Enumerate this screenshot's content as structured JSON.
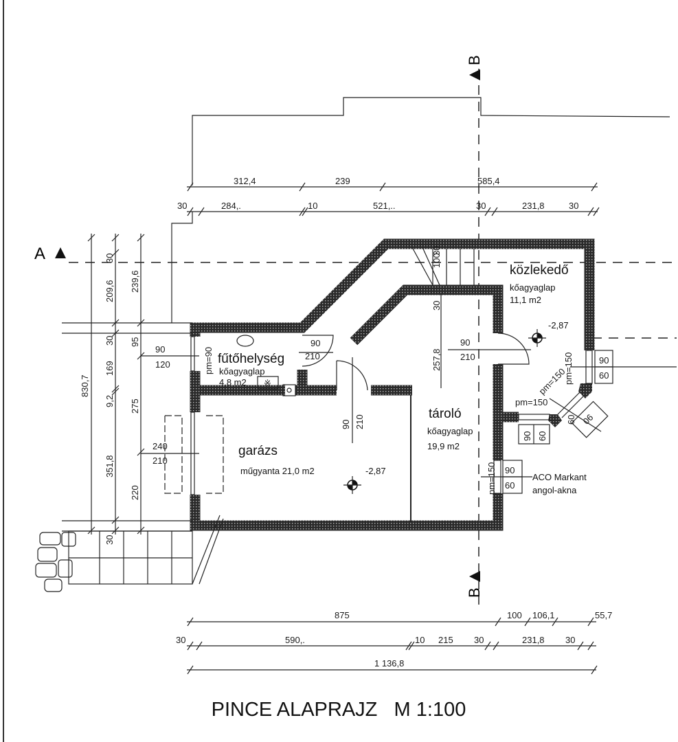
{
  "title": "PINCE ALAPRAJZ   M 1:100",
  "section_markers": {
    "a": "A",
    "b_top": "B",
    "b_bottom": "B"
  },
  "rooms": [
    {
      "name": "fűtőhelység",
      "floor": "kőagyaglap",
      "area": "4,8 m2"
    },
    {
      "name": "garázs",
      "floor": "műgyanta  21,0 m2"
    },
    {
      "name": "tároló",
      "floor": "kőagyaglap",
      "area": "19,9 m2"
    },
    {
      "name": "közlekedő",
      "floor": "kőagyaglap",
      "area": "11,1 m2"
    }
  ],
  "levels": [
    "-2,87",
    "-2,87"
  ],
  "openings": {
    "futo_window": [
      "90",
      "120",
      "pm=90"
    ],
    "futo_door": [
      "90",
      "210"
    ],
    "garage_door": [
      "90",
      "210"
    ],
    "garage_gate": [
      "240",
      "210"
    ],
    "tarolo_door": [
      "90",
      "210"
    ],
    "kozl_window_right": [
      "90",
      "60",
      "pm=150"
    ],
    "kozl_window_diag": [
      "90",
      "60",
      "pm=150"
    ],
    "kozl_window_bottom": [
      "90",
      "60",
      "pm=150"
    ],
    "tarolo_window": [
      "90",
      "60",
      "pm=150"
    ],
    "stair": [
      "100",
      "30",
      "30"
    ],
    "tarolo_height": "257,8"
  },
  "annotation": {
    "line1": "ACO Markant",
    "line2": "angol-akna"
  },
  "dims": {
    "top1": [
      "312,4",
      "239",
      "585,4"
    ],
    "top2": [
      "30",
      "284,.",
      "10",
      "521,..",
      "30",
      "231,8",
      "30"
    ],
    "left1": [
      "830,7"
    ],
    "left2": [
      "30",
      "209,6",
      "30",
      "169",
      "9,2",
      "351,8",
      "30"
    ],
    "left3": [
      "239,6",
      "95",
      "275",
      "220"
    ],
    "bot1": [
      "875",
      "100",
      "106,1",
      "55,7"
    ],
    "bot2": [
      "30",
      "590,.",
      "10",
      "215",
      "30",
      "231,8",
      "30"
    ],
    "bot3": [
      "1 136,8"
    ]
  }
}
